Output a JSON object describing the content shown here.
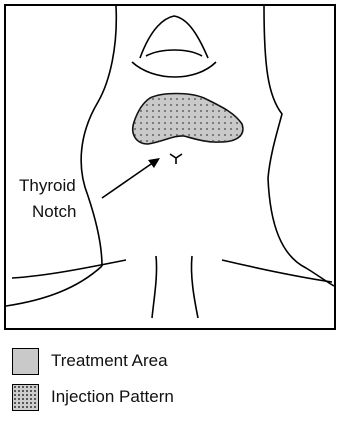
{
  "diagram": {
    "label_line1": "Thyroid",
    "label_line2": "Notch"
  },
  "legend": {
    "items": [
      {
        "label": "Treatment Area",
        "swatch": "solid-gray",
        "color": "#c9c9c9"
      },
      {
        "label": "Injection Pattern",
        "swatch": "dotted-gray",
        "color": "#c9c9c9"
      }
    ]
  },
  "colors": {
    "outline": "#000000",
    "fill": "#c9c9c9",
    "dot": "#444444"
  }
}
